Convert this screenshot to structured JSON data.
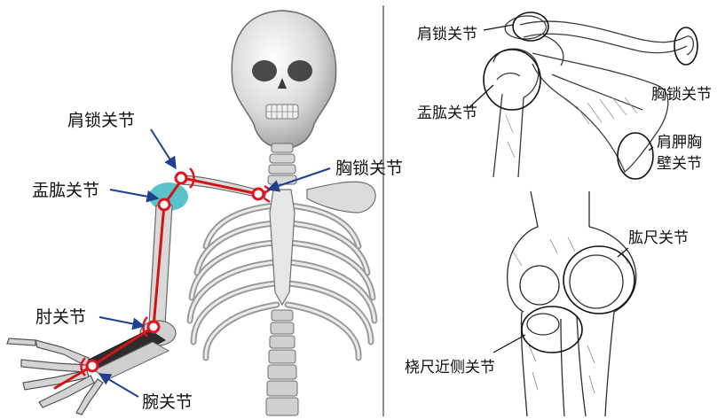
{
  "left_panel": {
    "labels": {
      "acromioclavicular": "肩锁关节",
      "sternoclavicular": "胸锁关节",
      "glenohumeral": "盂肱关节",
      "elbow": "肘关节",
      "wrist": "腕关节"
    },
    "colors": {
      "joint_ring": "#e0141e",
      "segment": "#d41414",
      "pointer": "#1f3f8f",
      "bone": "#d8d8d8",
      "bone_outline": "#5a5a5a",
      "joint_highlight": "#3cb9c2"
    }
  },
  "right_top_panel": {
    "labels": {
      "acromioclavicular": "肩锁关节",
      "glenohumeral": "盂肱关节",
      "sternoclavicular": "胸锁关节",
      "scapulothoracic_line1": "肩胛胸",
      "scapulothoracic_line2": "壁关节"
    }
  },
  "right_bottom_panel": {
    "labels": {
      "humeroulnar": "肱尺关节",
      "proximal_radioulnar": "桡尺近侧关节"
    }
  },
  "divider_color": "#444444"
}
